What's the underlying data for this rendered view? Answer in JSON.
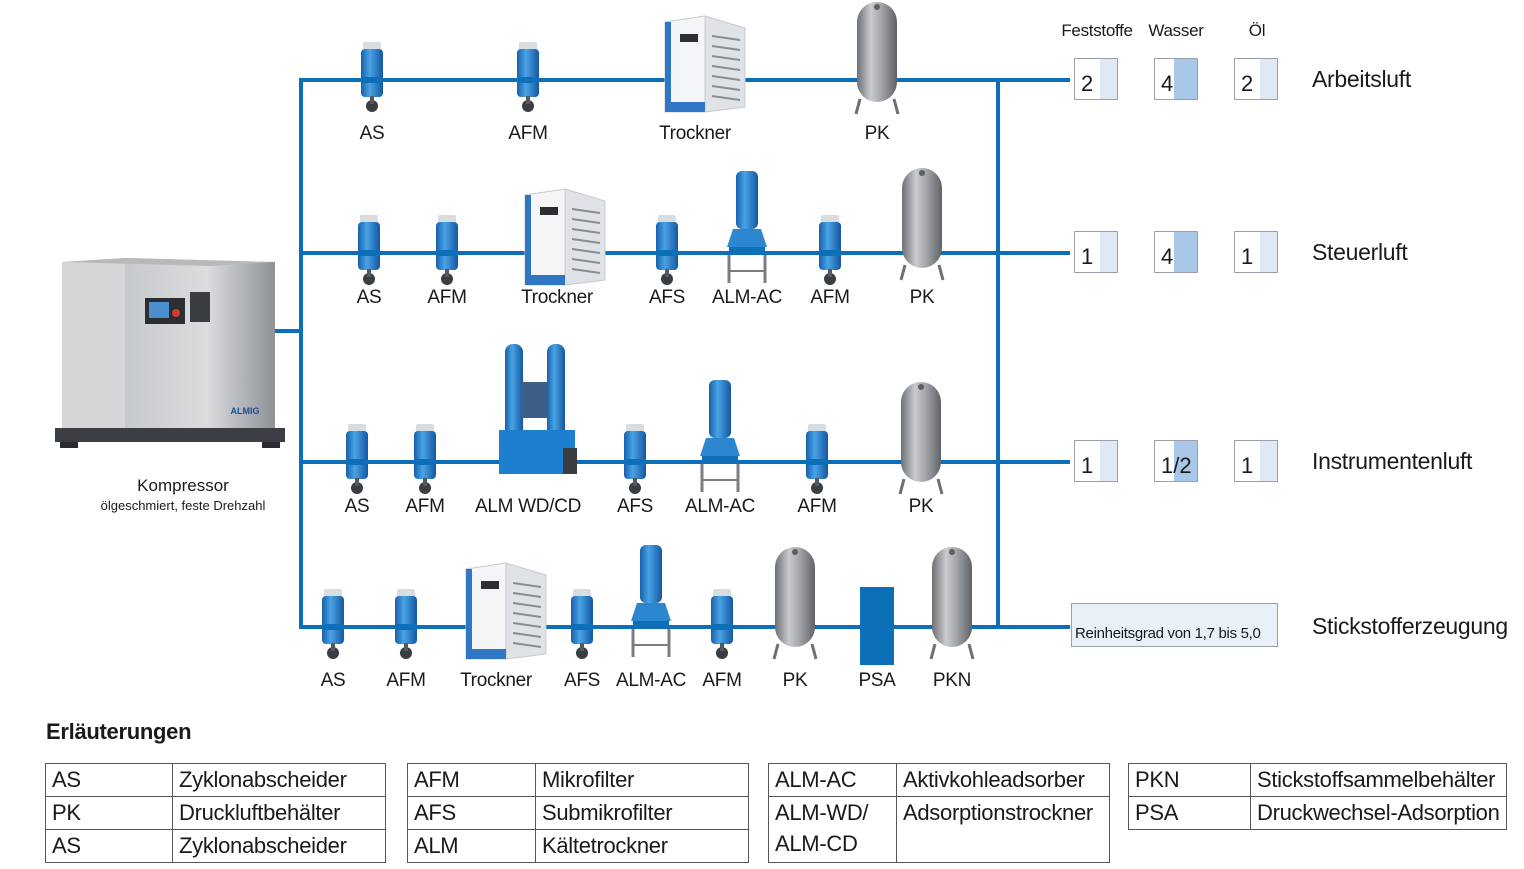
{
  "header": {
    "col1": "Feststoffe",
    "col2": "Wasser",
    "col3": "Öl"
  },
  "compressor": {
    "title": "Kompressor",
    "subtitle": "ölgeschmiert, feste Drehzahl",
    "brand": "ALMIG"
  },
  "rows": [
    {
      "name": "Arbeitsluft",
      "classes": [
        "2",
        "4",
        "2"
      ],
      "fill_water": 0.55,
      "components": [
        "AS",
        "AFM",
        "Trockner",
        "PK"
      ]
    },
    {
      "name": "Steuerluft",
      "classes": [
        "1",
        "4",
        "1"
      ],
      "fill_water": 0.55,
      "components": [
        "AS",
        "AFM",
        "Trockner",
        "AFS",
        "ALM-AC",
        "AFM",
        "PK"
      ]
    },
    {
      "name": "Instrumentenluft",
      "classes": [
        "1",
        "1/2",
        "1"
      ],
      "fill_water": 0.55,
      "components": [
        "AS",
        "AFM",
        "ALM WD/CD",
        "AFS",
        "ALM-AC",
        "AFM",
        "PK"
      ]
    },
    {
      "name": "Stickstofferzeugung",
      "note": "Reinheitsgrad von 1,7 bis 5,0",
      "components": [
        "AS",
        "AFM",
        "Trockner",
        "AFS",
        "ALM-AC",
        "AFM",
        "PK",
        "PSA",
        "PKN"
      ]
    }
  ],
  "legend": {
    "title": "Erläuterungen",
    "tables": [
      [
        [
          "AS",
          "Zyklonabscheider"
        ],
        [
          "PK",
          "Druckluftbehälter"
        ],
        [
          "AS",
          "Zyklonabscheider"
        ]
      ],
      [
        [
          "AFM",
          "Mikrofilter"
        ],
        [
          "AFS",
          "Submikrofilter"
        ],
        [
          "ALM",
          "Kältetrockner"
        ]
      ],
      [
        [
          "ALM-AC",
          "Aktivkohleadsorber"
        ],
        [
          "ALM-WD/\nALM-CD",
          "Adsorptionstrockner"
        ]
      ],
      [
        [
          "PKN",
          "Stickstoffsammelbehälter"
        ],
        [
          "PSA",
          "Druckwechsel-Adsorption"
        ]
      ]
    ]
  },
  "colors": {
    "pipe": "#0d6fb8",
    "filter": "#2f8fd8",
    "tank": "#8f9296",
    "psa": "#0d6fb8"
  }
}
